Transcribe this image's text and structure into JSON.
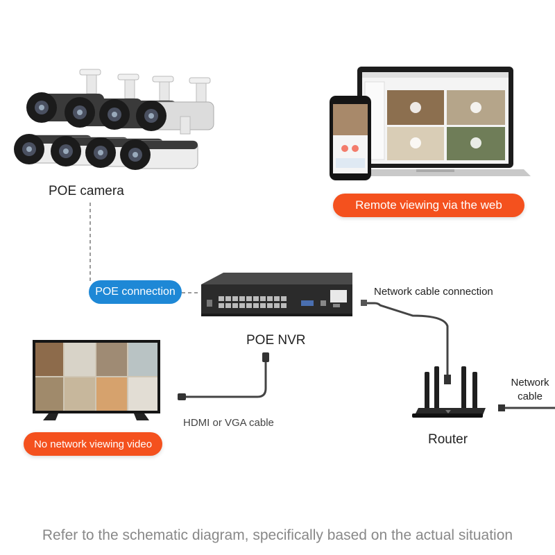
{
  "labels": {
    "poe_camera": "POE camera",
    "poe_connection": "POE connection",
    "poe_nvr": "POE NVR",
    "network_cable_connection": "Network cable connection",
    "router": "Router",
    "network_cable": "Network cable",
    "hdmi_vga": "HDMI or VGA cable",
    "remote_viewing": "Remote viewing via the web",
    "no_network": "No network viewing video"
  },
  "footer": "Refer to the schematic diagram, specifically based on the actual situation",
  "colors": {
    "pill_orange": "#f4511e",
    "pill_blue": "#1e88d6",
    "cable": "#444444",
    "dashed_line": "#9a9a9a",
    "footer_text": "#888888"
  }
}
